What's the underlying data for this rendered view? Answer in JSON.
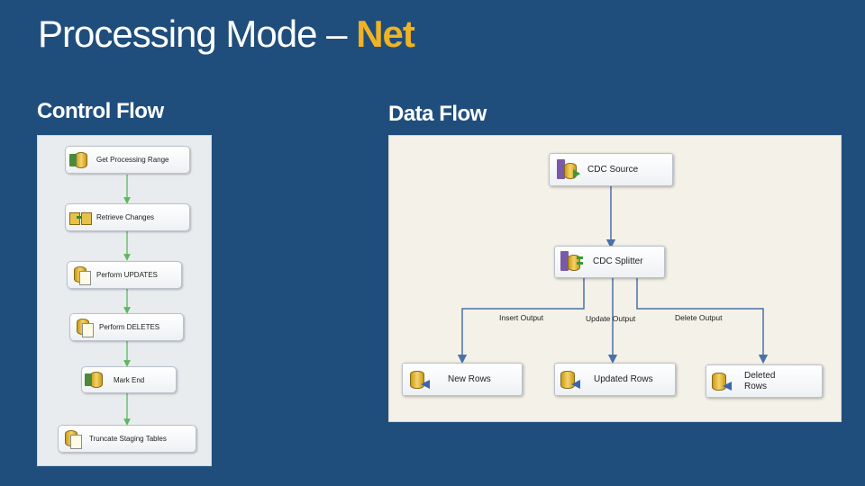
{
  "title": {
    "main": "Processing Mode – ",
    "accent": "Net"
  },
  "control_flow": {
    "heading": "Control Flow",
    "tasks": [
      {
        "label": "Get Processing Range",
        "icon": "cdc-control-icon"
      },
      {
        "label": "Retrieve Changes",
        "icon": "data-flow-icon"
      },
      {
        "label": "Perform UPDATES",
        "icon": "sql-task-icon"
      },
      {
        "label": "Perform DELETES",
        "icon": "sql-task-icon"
      },
      {
        "label": "Mark End",
        "icon": "cdc-control-icon"
      },
      {
        "label": "Truncate Staging Tables",
        "icon": "sql-task-icon"
      }
    ]
  },
  "data_flow": {
    "heading": "Data Flow",
    "source": {
      "label": "CDC Source",
      "icon": "cdc-source-icon"
    },
    "splitter": {
      "label": "CDC Splitter",
      "icon": "cdc-splitter-icon"
    },
    "outputs": [
      "Insert Output",
      "Update Output",
      "Delete Output"
    ],
    "destinations": [
      {
        "label": "New Rows",
        "icon": "destination-icon"
      },
      {
        "label": "Updated Rows",
        "icon": "destination-icon"
      },
      {
        "label": "Deleted\nRows",
        "icon": "destination-icon"
      }
    ]
  },
  "colors": {
    "background": "#1f4e7d",
    "accent": "#f0b323",
    "success_arrow": "#5cb85c",
    "path_arrow": "#4a72a8"
  }
}
